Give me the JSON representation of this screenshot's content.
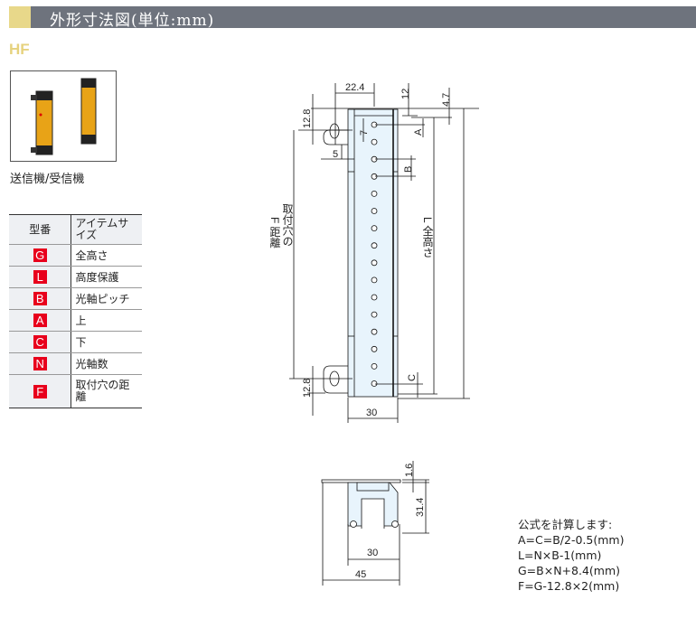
{
  "header": {
    "title": "外形寸法図(単位:mm)"
  },
  "model": "HF",
  "photo": {
    "caption": "送信機/受信機"
  },
  "table": {
    "headers": [
      "型番",
      "アイテムサイズ"
    ],
    "rows": [
      {
        "code": "G",
        "label": "全高さ"
      },
      {
        "code": "L",
        "label": "高度保護"
      },
      {
        "code": "B",
        "label": "光軸ピッチ"
      },
      {
        "code": "A",
        "label": "上"
      },
      {
        "code": "C",
        "label": "下"
      },
      {
        "code": "N",
        "label": "光軸数"
      },
      {
        "code": "F",
        "label": "取付穴の距離"
      }
    ]
  },
  "drawing": {
    "dims": {
      "top_width": "22.4",
      "top_offset": "12",
      "top_gap": "4.7",
      "bracket_top": "12.8",
      "hole_7": "7",
      "hole_5": "5",
      "a": "A",
      "b": "B",
      "c": "C",
      "bracket_bottom": "12.8",
      "body_width": "30",
      "l_label": "L 全高さ",
      "f_label1": "取付穴の",
      "f_label2": "F 距離"
    },
    "section": {
      "t": "1.6",
      "h": "31.4",
      "w": "30",
      "total": "45"
    }
  },
  "formula": {
    "title": "公式を計算します:",
    "lines": [
      "A=C=B/2-0.5(mm)",
      "L=N×B-1(mm)",
      "G=B×N+8.4(mm)",
      "F=G-12.8×2(mm)"
    ]
  },
  "colors": {
    "header": "#6e737d",
    "accent": "#e8d88a",
    "badge": "#e8001c",
    "body_fill": "#e8f4fc"
  }
}
